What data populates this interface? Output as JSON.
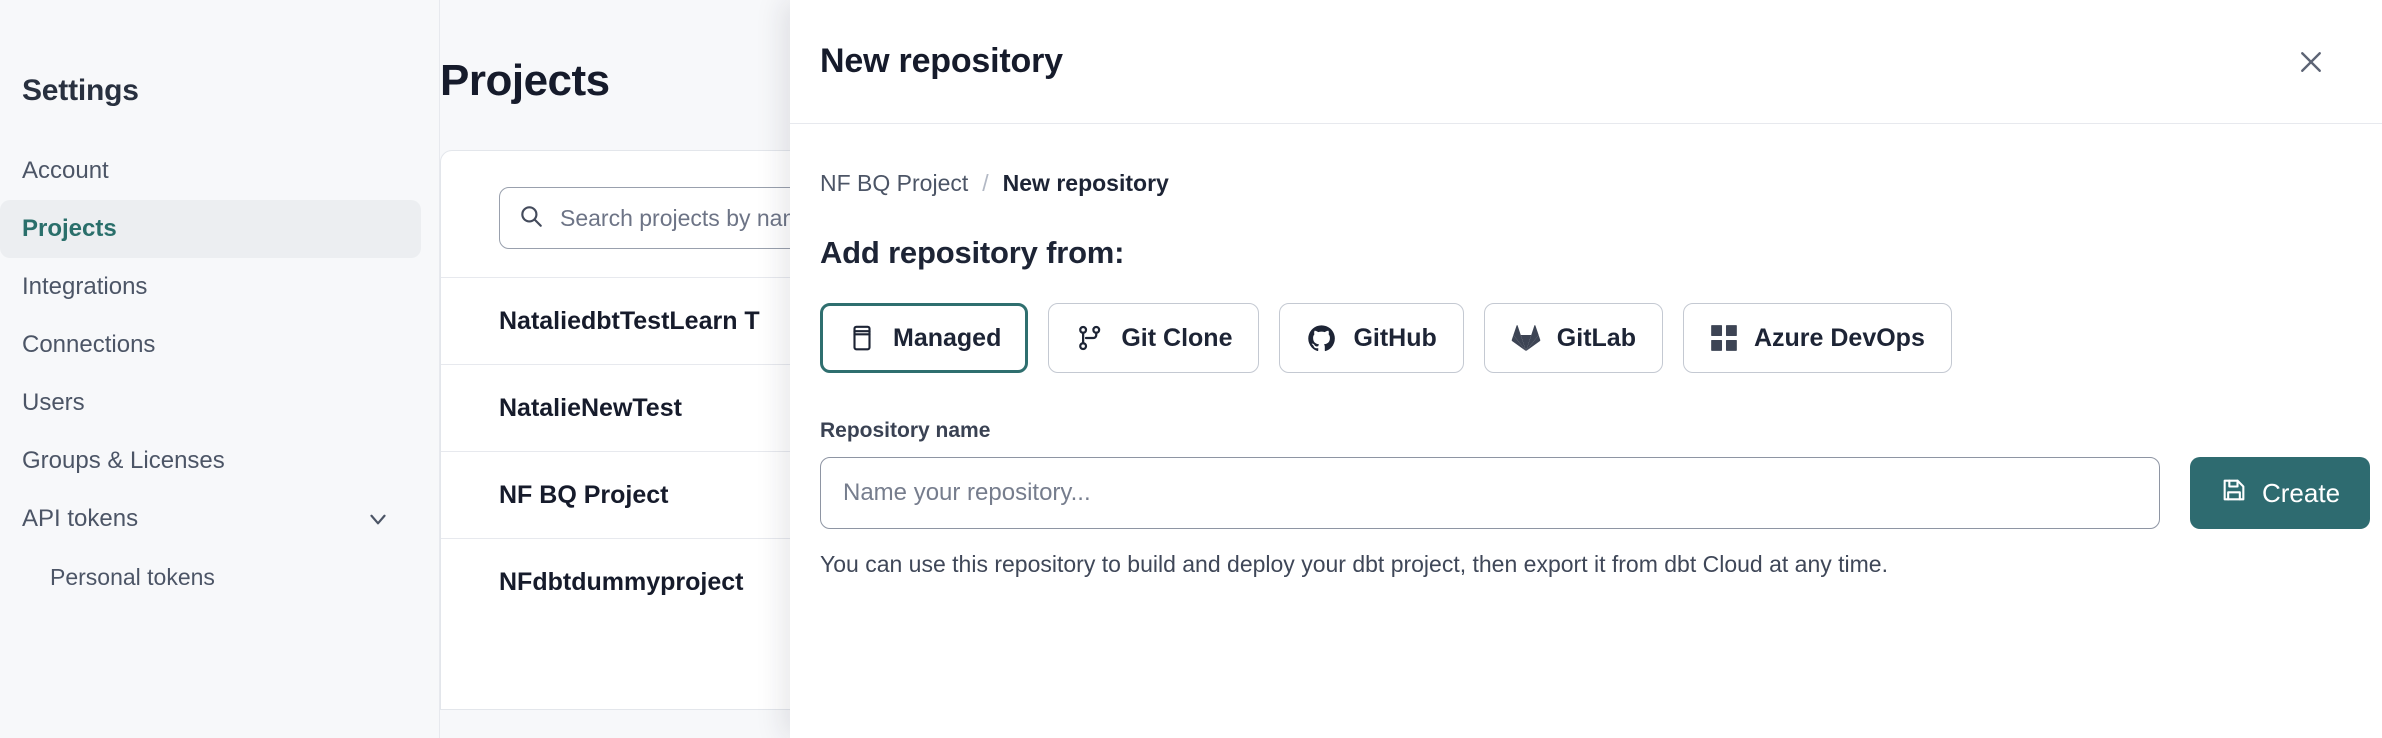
{
  "sidebar": {
    "title": "Settings",
    "items": [
      {
        "label": "Account",
        "active": false,
        "sub": false,
        "icon": null
      },
      {
        "label": "Projects",
        "active": true,
        "sub": false,
        "icon": null
      },
      {
        "label": "Integrations",
        "active": false,
        "sub": false,
        "icon": null
      },
      {
        "label": "Connections",
        "active": false,
        "sub": false,
        "icon": null
      },
      {
        "label": "Users",
        "active": false,
        "sub": false,
        "icon": null
      },
      {
        "label": "Groups & Licenses",
        "active": false,
        "sub": false,
        "icon": null
      },
      {
        "label": "API tokens",
        "active": false,
        "sub": false,
        "icon": "chevron-down-icon"
      },
      {
        "label": "Personal tokens",
        "active": false,
        "sub": true,
        "icon": null
      }
    ]
  },
  "main": {
    "page_title": "Projects",
    "search": {
      "icon": "search-icon",
      "placeholder": "Search projects by name..."
    },
    "projects": [
      {
        "name": "NataliedbtTestLearn T"
      },
      {
        "name": "NatalieNewTest"
      },
      {
        "name": "NF BQ Project"
      },
      {
        "name": "NFdbtdummyproject"
      }
    ]
  },
  "modal": {
    "title": "New repository",
    "close_icon": "close-icon",
    "breadcrumb": {
      "parent": "NF BQ Project",
      "separator": "/",
      "current": "New repository"
    },
    "section_title": "Add repository from:",
    "sources": [
      {
        "label": "Managed",
        "icon": "database-icon",
        "selected": true
      },
      {
        "label": "Git Clone",
        "icon": "git-branch-icon",
        "selected": false
      },
      {
        "label": "GitHub",
        "icon": "github-icon",
        "selected": false
      },
      {
        "label": "GitLab",
        "icon": "gitlab-icon",
        "selected": false
      },
      {
        "label": "Azure DevOps",
        "icon": "azure-devops-icon",
        "selected": false
      }
    ],
    "repository_name": {
      "label": "Repository name",
      "placeholder": "Name your repository...",
      "value": ""
    },
    "create_button": {
      "label": "Create",
      "icon": "save-icon"
    },
    "helper_text": "You can use this repository to build and deploy your dbt project, then export it from dbt Cloud at any time."
  },
  "colors": {
    "accent_teal": "#2e6b70",
    "selected_border": "#2f6f6f",
    "text_dark": "#161b2b",
    "text_muted": "#4c5566",
    "page_bg": "#f7f8fa",
    "panel_bg": "#ffffff",
    "border": "#e7e9ee"
  }
}
